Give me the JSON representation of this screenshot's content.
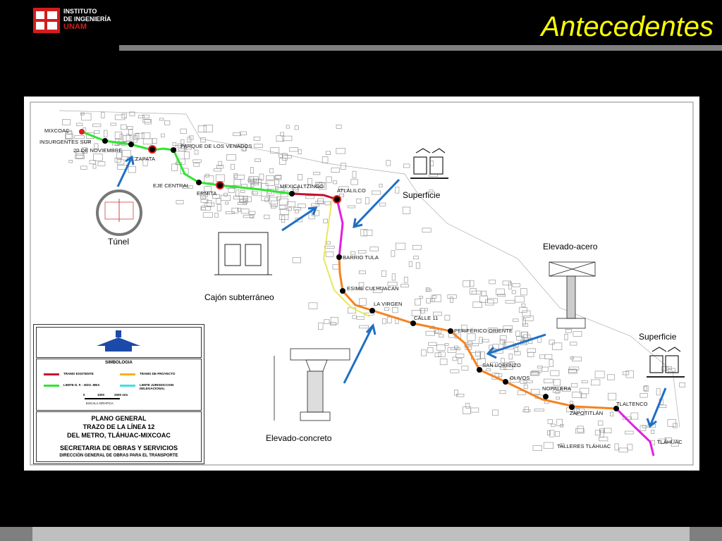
{
  "header": {
    "logo_line1": "INSTITUTO",
    "logo_line2": "DE INGENIERÍA",
    "logo_line3": "UNAM",
    "title": "Antecedentes",
    "title_color": "#ffff00"
  },
  "map": {
    "stations": [
      "MIXCOAC",
      "INSURGENTES SUR",
      "20 DE NOVIEMBRE",
      "ZAPATA",
      "PARQUE DE LOS VENADOS",
      "EJE CENTRAL",
      "ERMITA",
      "MEXICALTZINGO",
      "ATLALILCO",
      "BARRIO TULA",
      "ESIME CULHUACAN",
      "LA VIRGEN",
      "CALLE 11",
      "PERIFÉRICO ORIENTE",
      "SAN LORENZO",
      "OLIVOS",
      "NOPALERA",
      "ZAPOTITLÁN",
      "TLALTENCO",
      "TLÁHUAC"
    ],
    "yard": "TALLERES TLÁHUAC",
    "captions": {
      "tunnel": "Túnel",
      "cut_box": "Cajón subterráneo",
      "surface_1": "Superficie",
      "surface_2": "Superficie",
      "steel": "Elevado-acero",
      "concrete": "Elevado-concreto"
    },
    "line_colors": {
      "green": "#2ee62e",
      "red": "#c8102e",
      "orange": "#f5821f",
      "magenta": "#e020e0",
      "yellow": "#e8e85a",
      "arrow": "#1f6fc4"
    }
  },
  "legend": {
    "title": "SIMBOLOGIA",
    "items": [
      "TRAMO EXISTENTE",
      "LIMITE D. F. - EDO. MEX",
      "TRAMO DE PROYECTO",
      "LIMITE JURISDICCION DELEGACIONAL"
    ],
    "scale_labels": [
      "0",
      "1000",
      "2000 mts"
    ],
    "scale_caption": "ESCALA GRAFICA",
    "plan_title": [
      "PLANO GENERAL",
      "TRAZO DE LA LÍNEA 12",
      "DEL METRO, TLÁHUAC-MIXCOAC"
    ],
    "agency": "SECRETARIA DE OBRAS Y SERVICIOS",
    "agency_sub": "DIRECCIÓN GENERAL DE OBRAS PARA EL TRANSPORTE"
  }
}
